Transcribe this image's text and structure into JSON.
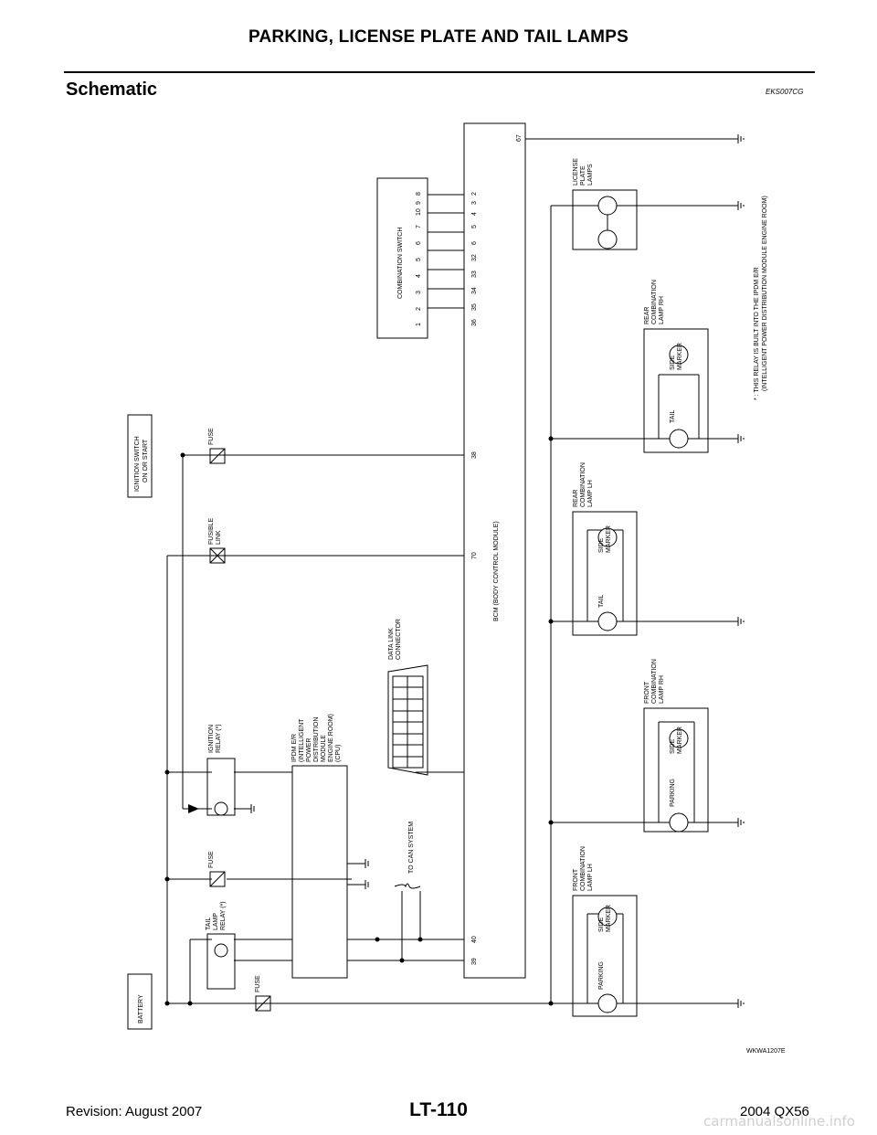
{
  "header": {
    "title": "PARKING, LICENSE PLATE AND TAIL LAMPS"
  },
  "section": {
    "title": "Schematic",
    "code": "EKS007CG"
  },
  "footer": {
    "revision": "Revision: August 2007",
    "page": "LT-110",
    "model": "2004 QX56",
    "watermark": "carmanualsonline.info"
  },
  "diagram": {
    "battery": "BATTERY",
    "ignition_switch": [
      "IGNITION SWITCH",
      "ON OR START"
    ],
    "fuse": "FUSE",
    "fusible_link": [
      "FUSIBLE",
      "LINK"
    ],
    "tail_lamp_relay": [
      "TAIL",
      "LAMP",
      "RELAY (*)"
    ],
    "ignition_relay": [
      "IGNITION",
      "RELAY (*)"
    ],
    "ipdm": [
      "IPDM E/R",
      "(INTELLIGENT",
      "POWER",
      "DISTRIBUTION",
      "MODULE",
      "ENGINE ROOM)",
      "(CPU)"
    ],
    "data_link": [
      "DATA LINK",
      "CONNECTOR"
    ],
    "to_can": "TO CAN SYSTEM",
    "bcm": "BCM (BODY CONTROL MODULE)",
    "bcm_pins": {
      "p39": "39",
      "p40": "40",
      "p70": "70",
      "p38": "38",
      "p67": "67"
    },
    "combination_switch": "COMBINATION SWITCH",
    "switch_pins": [
      "1",
      "2",
      "3",
      "4",
      "5",
      "6",
      "7",
      "10",
      "9",
      "8"
    ],
    "bcm_switch_pins": [
      "36",
      "35",
      "34",
      "33",
      "32",
      "6",
      "5",
      "4",
      "3",
      "2"
    ],
    "front_lh": [
      "FRONT",
      "COMBINATION",
      "LAMP LH"
    ],
    "front_rh": [
      "FRONT",
      "COMBINATION",
      "LAMP RH"
    ],
    "rear_lh": [
      "REAR",
      "COMBINATION",
      "LAMP LH"
    ],
    "rear_rh": [
      "REAR",
      "COMBINATION",
      "LAMP RH"
    ],
    "license": [
      "LICENSE",
      "PLATE",
      "LAMPS"
    ],
    "parking": "PARKING",
    "tail": "TAIL",
    "side_marker": [
      "SIDE",
      "MARKER"
    ],
    "note": [
      "* : THIS RELAY IS BUILT INTO THE IPDM E/R",
      "(INTELLIGENT POWER DISTRIBUTION MODULE ENGINE ROOM)"
    ],
    "figure_code": "WKWA1207E"
  }
}
